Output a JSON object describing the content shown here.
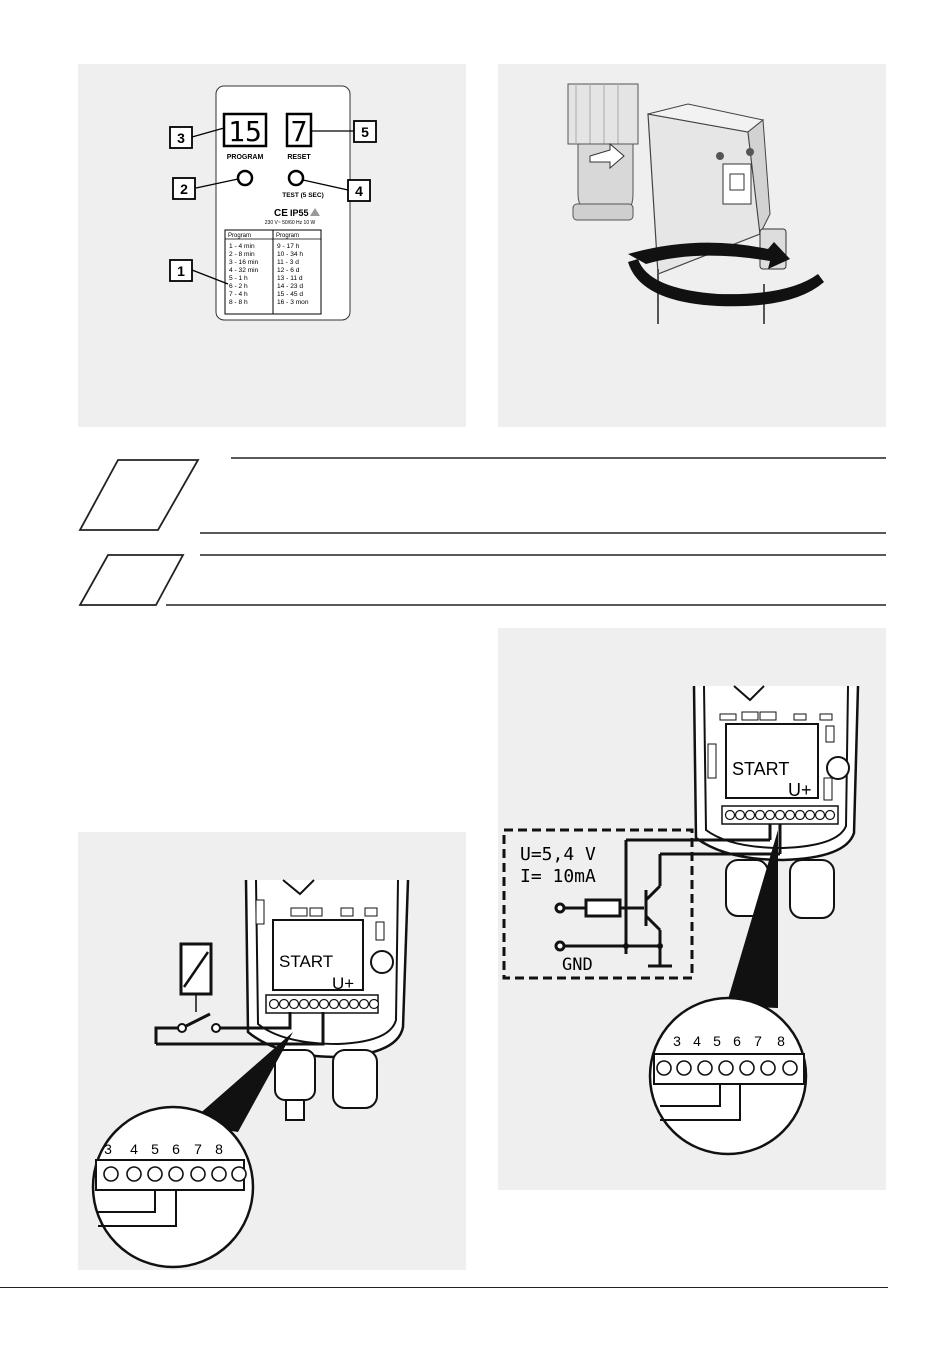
{
  "display": {
    "program_digits": "15",
    "reset_digit": "7"
  },
  "labels": {
    "program": "PROGRAM",
    "reset": "RESET",
    "test": "TEST (5 SEC)",
    "ce": "CE",
    "ip": "IP55",
    "rating": "230 V~ 50/60 Hz 10 W"
  },
  "callouts": [
    "1",
    "2",
    "3",
    "4",
    "5"
  ],
  "program_table": {
    "header_left": "Program",
    "header_right": "Program",
    "left": [
      "1  -  4 min",
      "2  -  8 min",
      "3  - 16 min",
      "4  - 32 min",
      "5  -  1 h",
      "6  -  2 h",
      "7  -  4 h",
      "8  -  8 h"
    ],
    "right": [
      "9  -  17 h",
      "10  - 34 h",
      "11  -   3 d",
      "12  -   6 d",
      "13  -  11 d",
      "14  -  23 d",
      "15  -  45 d",
      "16  - 3 mon"
    ]
  },
  "wiring": {
    "start": "START",
    "uplus": "U+",
    "voltage": "U=5,4  V",
    "current": "I=  10mA",
    "gnd": "GND",
    "terminals": [
      "3",
      "4",
      "5",
      "6",
      "7",
      "8"
    ]
  }
}
